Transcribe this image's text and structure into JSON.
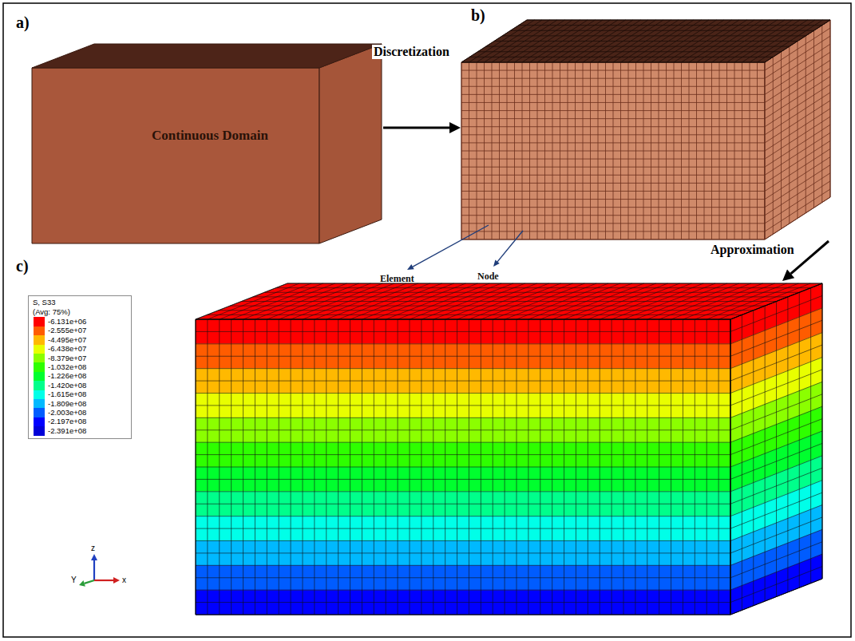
{
  "diagram": {
    "nodes": [
      {
        "text": [
          "a)",
          "Continuous Domain"
        ]
      },
      {
        "text": [
          "b)"
        ]
      },
      {
        "text": [
          "c)"
        ]
      }
    ],
    "edges": [
      {
        "from": 0,
        "to": 1,
        "label": "Discretization",
        "arrow": "to"
      },
      {
        "from": 1,
        "to": 2,
        "label": "Approximation",
        "arrow": "to"
      }
    ],
    "labels": [
      "Element",
      "Node",
      "S, S33",
      "(Avg: 75%)",
      "z",
      "Y",
      "x"
    ],
    "legend": [
      {
        "text": "-6.131e+06",
        "color": "#ff0000"
      },
      {
        "text": "-2.555e+07",
        "color": "#ff5c00"
      },
      {
        "text": "-4.495e+07",
        "color": "#ffb900"
      },
      {
        "text": "-6.438e+07",
        "color": "#e8ff00"
      },
      {
        "text": "-8.379e+07",
        "color": "#8bff00"
      },
      {
        "text": "-1.032e+08",
        "color": "#2eff00"
      },
      {
        "text": "-1.226e+08",
        "color": "#00ff2e"
      },
      {
        "text": "-1.420e+08",
        "color": "#00ff8b"
      },
      {
        "text": "-1.615e+08",
        "color": "#00ffe8"
      },
      {
        "text": "-1.809e+08",
        "color": "#00b9ff"
      },
      {
        "text": "-2.003e+08",
        "color": "#005cff"
      },
      {
        "text": "-2.197e+08",
        "color": "#0000ff"
      },
      {
        "text": "-2.391e+08",
        "color": "#0000d8"
      }
    ]
  }
}
